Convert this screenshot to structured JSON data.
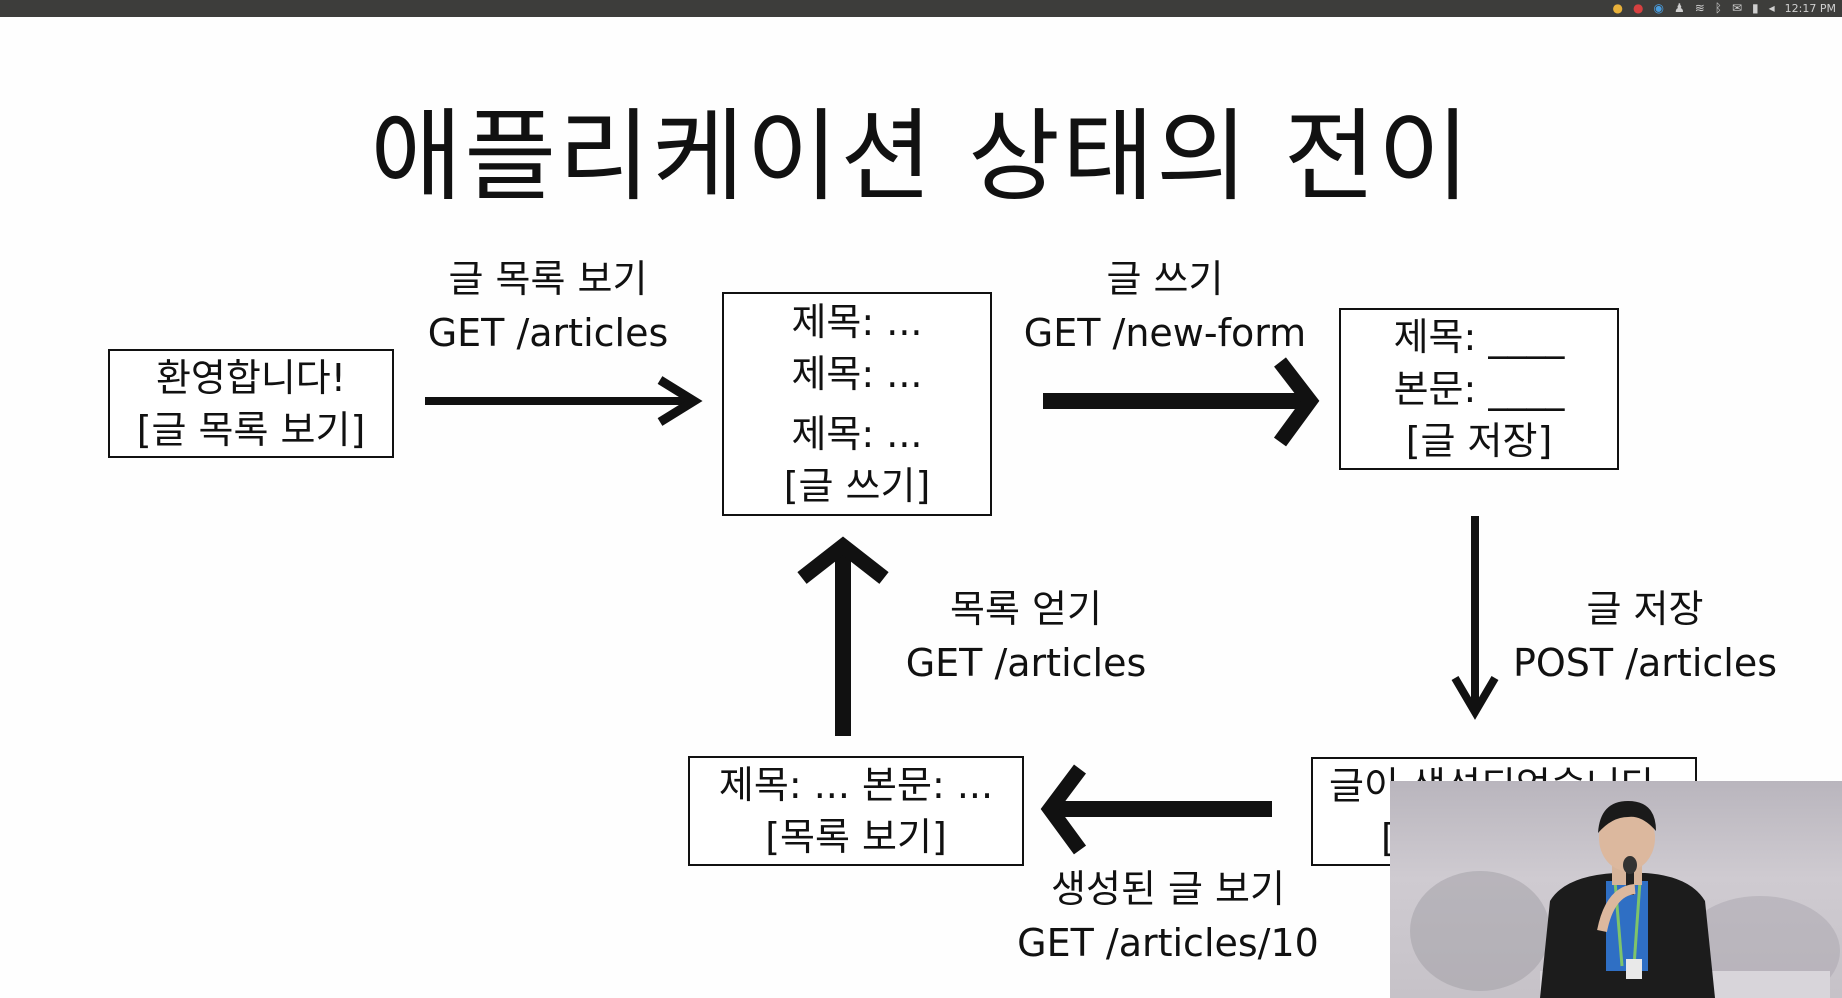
{
  "slide": {
    "title": "애플리케이션 상태의 전이",
    "states": {
      "welcome": [
        "환영합니다!",
        "[글 목록 보기]"
      ],
      "list": [
        "제목: ...",
        "제목: ...",
        "제목: ...",
        "[글 쓰기]"
      ],
      "form": [
        "제목: ____",
        "본문: ____",
        "[글 저장]"
      ],
      "created": [
        "글이 생성되었습니다",
        "[생"
      ],
      "article": [
        "제목: ... 본문: ...",
        "[목록 보기]"
      ]
    },
    "transitions": {
      "view_list": {
        "name": "글 목록 보기",
        "request": "GET /articles"
      },
      "write": {
        "name": "글 쓰기",
        "request": "GET /new-form"
      },
      "save": {
        "name": "글 저장",
        "request": "POST /articles"
      },
      "view_created": {
        "name": "생성된 글 보기",
        "request": "GET /articles/10"
      },
      "get_list": {
        "name": "목록 얻기",
        "request": "GET /articles"
      }
    }
  },
  "system_tray": {
    "clock": "12:17 PM",
    "icons": [
      "app-icon-1",
      "app-icon-2",
      "chrome-icon",
      "user-icon",
      "wifi-icon",
      "bluetooth-icon",
      "mail-icon",
      "battery-icon",
      "volume-icon"
    ]
  },
  "video_overlay": {
    "description_colors": {
      "background": "#c4c0c6",
      "jacket": "#1c1c1c",
      "lanyard": "#7ec46a"
    }
  }
}
